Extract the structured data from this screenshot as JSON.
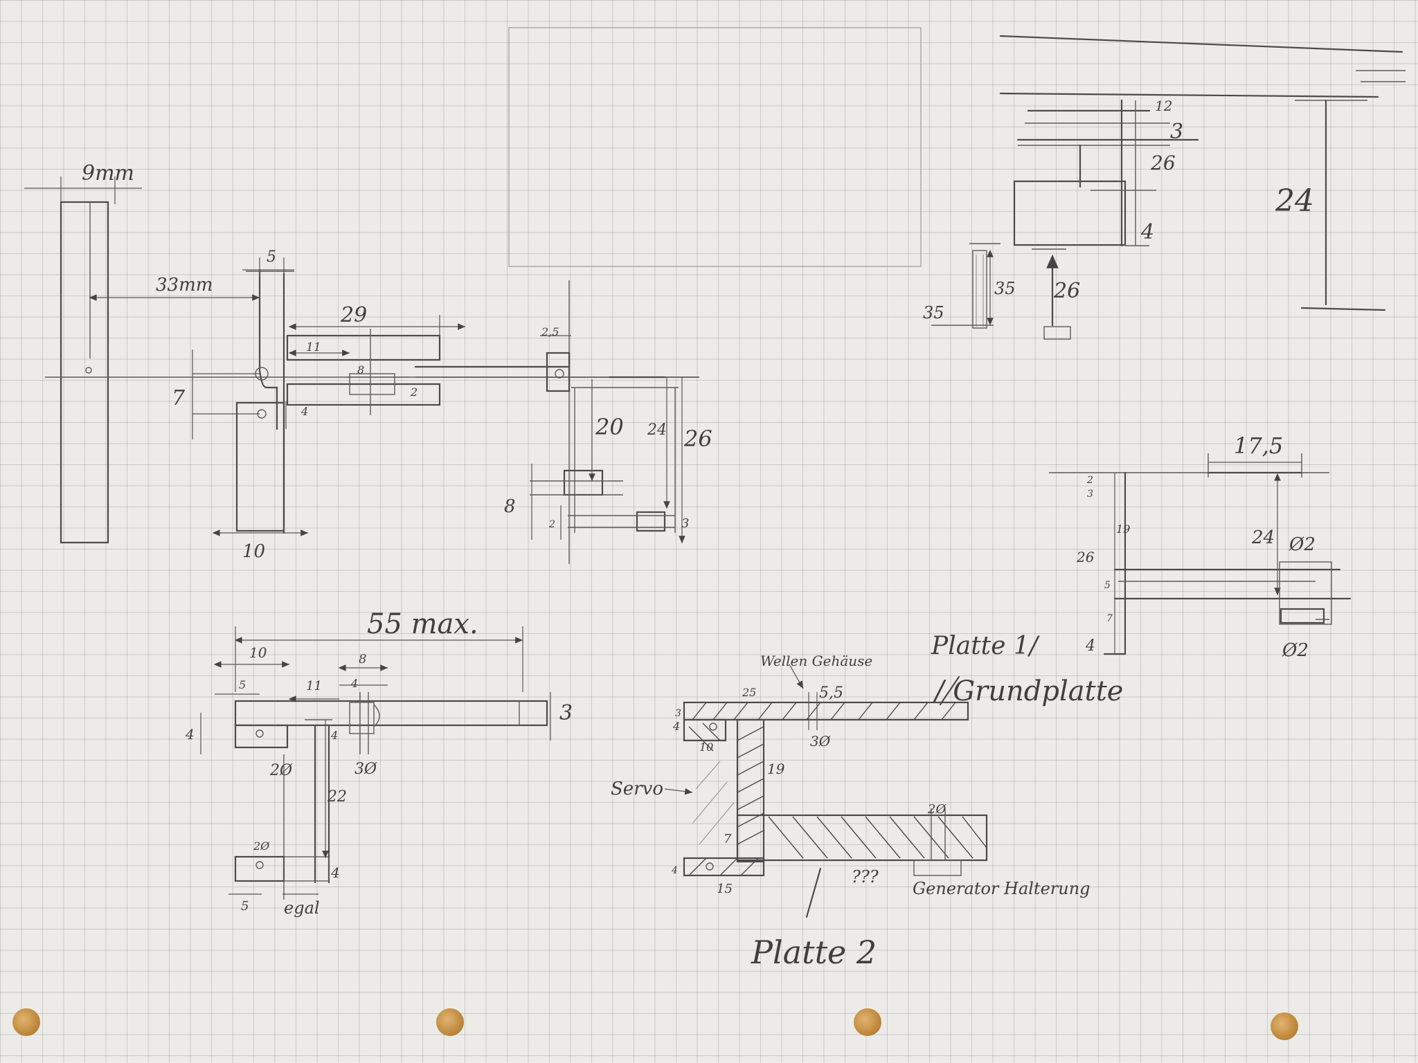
{
  "labels": {
    "d9mm": "9mm",
    "d33mm": "33mm",
    "d5a": "5",
    "d29": "29",
    "d11a": "11",
    "d8a": "8",
    "d2a": "2",
    "d7": "7",
    "d4a": "4",
    "d10a": "10",
    "d25a": "2,5",
    "d20": "20",
    "d24a": "24",
    "d26a": "26",
    "d8b": "8",
    "d2b": "2",
    "d3a": "3",
    "tr12": "12",
    "tr3": "3",
    "tr26": "26",
    "tr4": "4",
    "tr24": "24",
    "tr35a": "35",
    "tr35b": "35",
    "tr26b": "26",
    "r175": "17,5",
    "r2": "2",
    "r3": "3",
    "r19": "19",
    "r26": "26",
    "r5": "5",
    "r7": "7",
    "r4": "4",
    "r24": "24",
    "r02a": "Ø2",
    "r02b": "Ø2",
    "b55": "55 max.",
    "b10": "10",
    "b8": "8",
    "b5": "5",
    "b11": "11",
    "b4a": "4",
    "b3": "3",
    "b4b": "4",
    "b4c": "4",
    "b20": "2Ø",
    "b30": "3Ø",
    "b22": "22",
    "b20b": "2Ø",
    "b4d": "4",
    "b5b": "5",
    "begal": "egal",
    "platte1": "Platte 1/",
    "grundplatte": "/ Grundplatte",
    "wellen": "Wellen Gehäuse",
    "w55": "5,5",
    "w25": "25",
    "w3": "3",
    "w4": "4",
    "w10": "10",
    "w30": "3Ø",
    "w19": "19",
    "servo": "Servo",
    "w7": "7",
    "w20": "2Ø",
    "w4b": "4",
    "w15": "15",
    "wqqq": "???",
    "generator": "Generator Halterung",
    "platte2": "Platte 2"
  }
}
